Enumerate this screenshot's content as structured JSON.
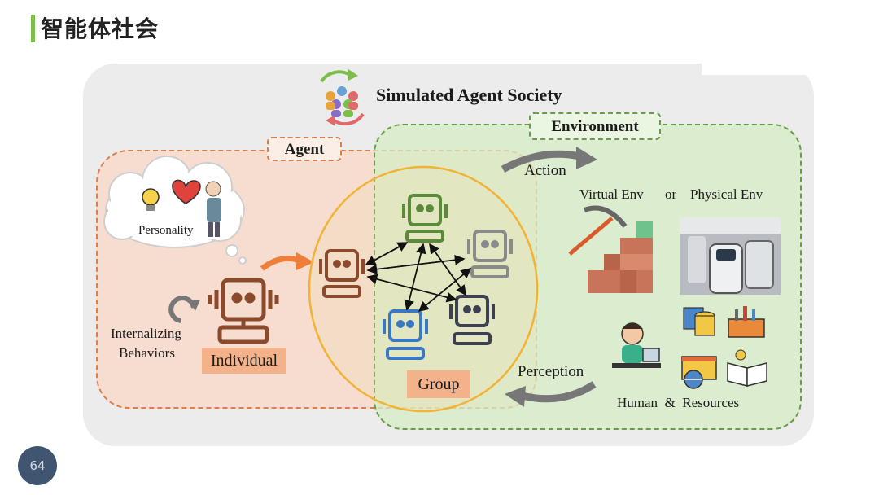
{
  "slide": {
    "title": "智能体社会",
    "page_number": "64"
  },
  "diagram": {
    "society_title": "Simulated Agent Society",
    "agent_label": "Agent",
    "environment_label": "Environment",
    "personality_label": "Personality",
    "internalizing_label_1": "Internalizing",
    "internalizing_label_2": "Behaviors",
    "individual_label": "Individual",
    "group_label": "Group",
    "action_label": "Action",
    "perception_label": "Perception",
    "virtual_env_label": "Virtual Env",
    "or_label": "or",
    "physical_env_label": "Physical Env",
    "human_resources_label": "Human  &  Resources"
  },
  "colors": {
    "title_accent": "#7bbf4a",
    "agent_box": "#d9804f",
    "environment_box": "#6a9a4a",
    "group_circle": "#f2b233",
    "robot_brown": "#8b4a2b",
    "robot_green": "#5a8a3a",
    "robot_gray": "#8a8a8a",
    "robot_blue": "#3a78c2",
    "robot_dark": "#3b4150"
  }
}
